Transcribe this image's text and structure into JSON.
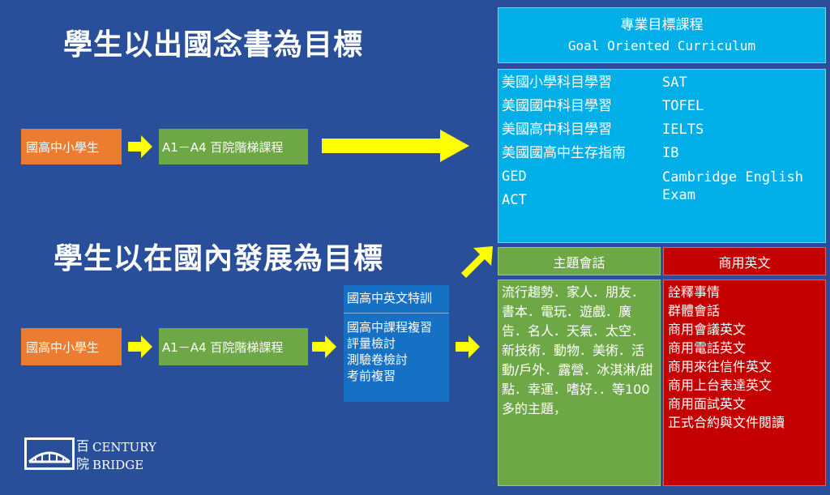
{
  "headings": {
    "abroad": "學生以出國念書為目標",
    "domestic": "學生以在國內發展為目標"
  },
  "flow_abroad": {
    "students": "國高中小學生",
    "ladder": "A1－A4 百院階梯課程"
  },
  "flow_domestic": {
    "students": "國高中小學生",
    "ladder": "A1－A4 百院階梯課程",
    "training_title": "國高中英文特訓",
    "training_items": [
      "國高中課程複習",
      "評量檢討",
      "測驗卷檢討",
      "考前複習"
    ]
  },
  "goal_curriculum": {
    "title_zh": "專業目標課程",
    "title_en": "Goal Oriented Curriculum",
    "left_items": [
      "美國小學科目學習",
      "美國國中科目學習",
      "美國高中科目學習",
      "美國國高中生存指南",
      "GED",
      "ACT"
    ],
    "right_items": [
      "SAT",
      "TOFEL",
      "IELTS",
      "IB",
      "Cambridge English Exam"
    ]
  },
  "conversation": {
    "title": "主題會話",
    "body": "流行趨勢．家人．朋友．書本．電玩．遊戲．廣告．名人．天氣．太空．新技術．動物．美術．活動/戶外．露營．冰淇淋/甜點．幸運．嗜好．．等100多的主題，"
  },
  "business": {
    "title": "商用英文",
    "items": [
      "詮釋事情",
      "群體會話",
      "商用會議英文",
      "商用電話英文",
      "商用來往信件英文",
      "商用上台表達英文",
      "商用面試英文",
      "正式合約與文件閱讀"
    ]
  },
  "logo": {
    "cn_top": "百",
    "cn_bottom": "院",
    "en_top": "CENTURY",
    "en_bottom": "BRIDGE"
  },
  "colors": {
    "background": "#2a4f9a",
    "orange": "#ec7c30",
    "green": "#6ea846",
    "cyan": "#00aee8",
    "red": "#c40000",
    "blue": "#1670c4",
    "arrow_yellow": "#ffff00"
  }
}
